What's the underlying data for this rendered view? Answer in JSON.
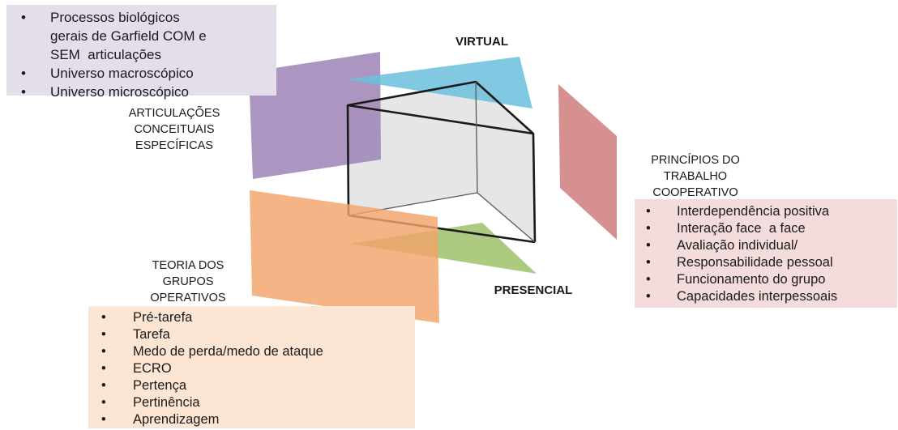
{
  "colors": {
    "purple_plane": "#9d84b6",
    "red_plane": "#d07c7c",
    "orange_plane": "#f2a46a",
    "cyan_triangle": "#6bbfdd",
    "green_triangle": "#9dc26a",
    "prism_fill": "#dedede",
    "top_left_box": "#e4ddea",
    "right_box": "#f4dcdc",
    "bottom_box": "#fde5d4"
  },
  "labels": {
    "virtual": "VIRTUAL",
    "presencial": "PRESENCIAL",
    "articulacoes": [
      "ARTICULAÇÕES",
      "CONCEITUAIS",
      "ESPECÍFICAS"
    ],
    "principios": [
      "PRINCÍPIOS DO",
      "TRABALHO",
      "COOPERATIVO"
    ],
    "teoria": [
      "TEORIA DOS",
      "GRUPOS",
      "OPERATIVOS"
    ]
  },
  "boxes": {
    "top_left": {
      "items": [
        [
          "Processos biológicos",
          "gerais de Garfield COM e",
          "SEM  articulações"
        ],
        [
          "Universo macroscópico"
        ],
        [
          "Universo microscópico"
        ]
      ]
    },
    "right": {
      "items": [
        "Interdependência positiva",
        "Interação face  a face",
        "Avaliação individual/",
        "Responsabilidade pessoal",
        "Funcionamento do grupo",
        "Capacidades interpessoais"
      ]
    },
    "bottom": {
      "items": [
        "Pré-tarefa",
        "Tarefa",
        "Medo de perda/medo de ataque",
        "ECRO",
        "Pertença",
        "Pertinência",
        "Aprendizagem"
      ]
    }
  }
}
